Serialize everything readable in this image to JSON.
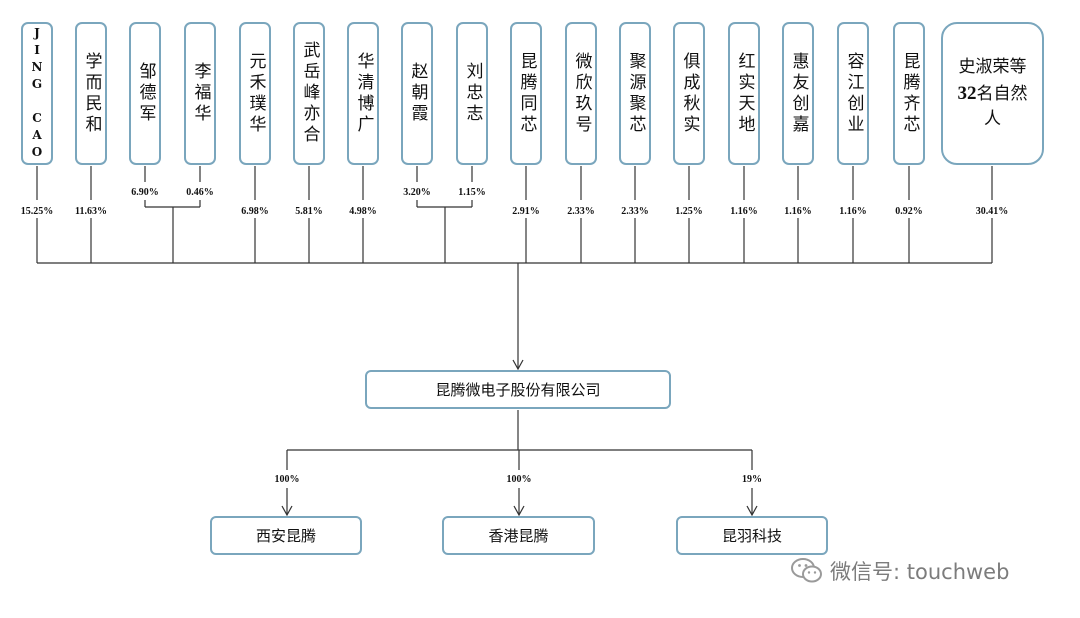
{
  "shareholders": [
    {
      "name": "JING CAO",
      "pct": "15.25%"
    },
    {
      "name": "学而民和",
      "pct": "11.63%"
    },
    {
      "name": "邹德军",
      "pct": "6.90%"
    },
    {
      "name": "李福华",
      "pct": "0.46%"
    },
    {
      "name": "元禾璞华",
      "pct": "6.98%"
    },
    {
      "name": "武岳峰亦合",
      "pct": "5.81%"
    },
    {
      "name": "华清博广",
      "pct": "4.98%"
    },
    {
      "name": "赵朝霞",
      "pct": "3.20%"
    },
    {
      "name": "刘忠志",
      "pct": "1.15%"
    },
    {
      "name": "昆腾同芯",
      "pct": "2.91%"
    },
    {
      "name": "微欣玖号",
      "pct": "2.33%"
    },
    {
      "name": "聚源聚芯",
      "pct": "2.33%"
    },
    {
      "name": "俱成秋实",
      "pct": "1.25%"
    },
    {
      "name": "红实天地",
      "pct": "1.16%"
    },
    {
      "name": "惠友创嘉",
      "pct": "1.16%"
    },
    {
      "name": "容江创业",
      "pct": "1.16%"
    },
    {
      "name": "昆腾齐芯",
      "pct": "0.92%"
    }
  ],
  "others": {
    "prefix": "史淑荣等",
    "count": "32",
    "suffix": "名自然人",
    "pct": "30.41%"
  },
  "company": "昆腾微电子股份有限公司",
  "subsidiaries": [
    {
      "name": "西安昆腾",
      "pct": "100%"
    },
    {
      "name": "香港昆腾",
      "pct": "100%"
    },
    {
      "name": "昆羽科技",
      "pct": "19%"
    }
  ],
  "watermark": {
    "text": "微信号: touchweb",
    "icon": "wechat-icon"
  }
}
